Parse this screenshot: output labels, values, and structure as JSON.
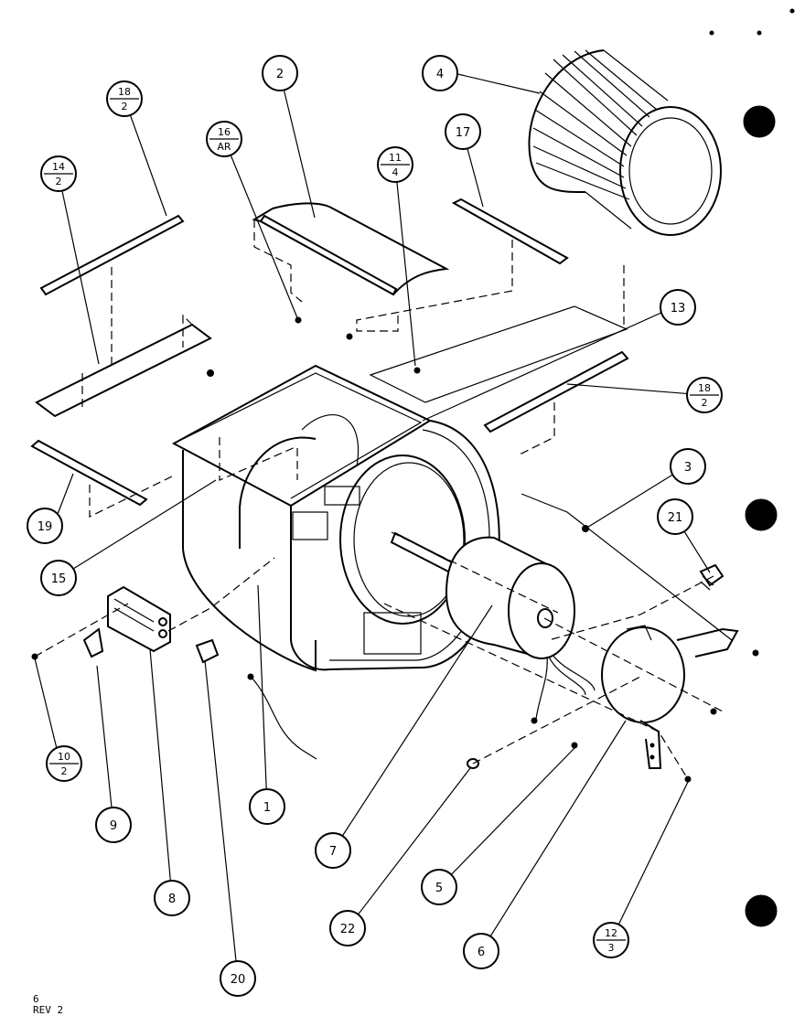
{
  "drawing": {
    "callouts": [
      {
        "id": "c2",
        "num": "2"
      },
      {
        "id": "c4",
        "num": "4"
      },
      {
        "id": "c17",
        "num": "17"
      },
      {
        "id": "c13",
        "num": "13"
      },
      {
        "id": "c3",
        "num": "3"
      },
      {
        "id": "c21",
        "num": "21"
      },
      {
        "id": "c19",
        "num": "19"
      },
      {
        "id": "c15",
        "num": "15"
      },
      {
        "id": "c1",
        "num": "1"
      },
      {
        "id": "c9",
        "num": "9"
      },
      {
        "id": "c8",
        "num": "8"
      },
      {
        "id": "c20",
        "num": "20"
      },
      {
        "id": "c7",
        "num": "7"
      },
      {
        "id": "c22",
        "num": "22"
      },
      {
        "id": "c5",
        "num": "5"
      },
      {
        "id": "c6",
        "num": "6"
      }
    ],
    "fraction_callouts": [
      {
        "id": "f18a",
        "num": "18",
        "den": "2"
      },
      {
        "id": "f14",
        "num": "14",
        "den": "2"
      },
      {
        "id": "f16",
        "num": "16",
        "den": "AR"
      },
      {
        "id": "f11",
        "num": "11",
        "den": "4"
      },
      {
        "id": "f18b",
        "num": "18",
        "den": "2"
      },
      {
        "id": "f10",
        "num": "10",
        "den": "2"
      },
      {
        "id": "f12",
        "num": "12",
        "den": "3"
      }
    ]
  },
  "footer": {
    "page_number": "6",
    "revision": "REV 2"
  }
}
